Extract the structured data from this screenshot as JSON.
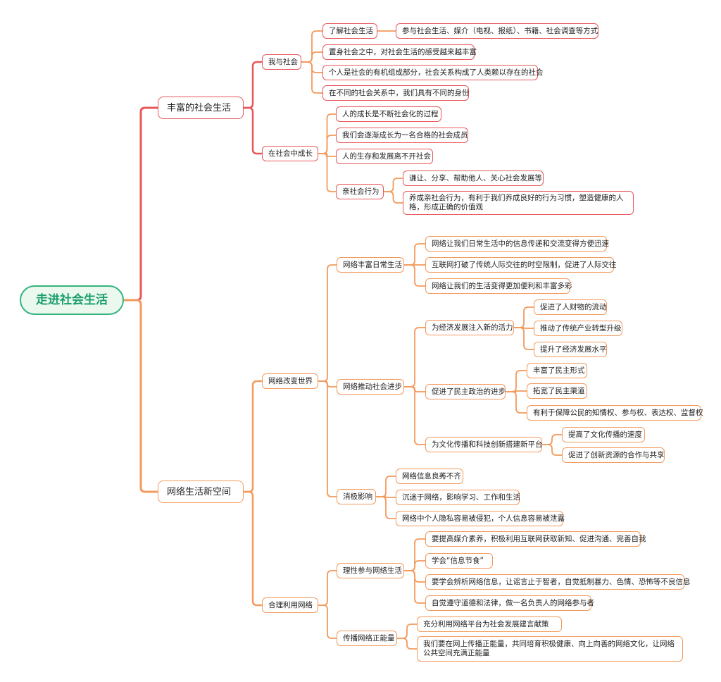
{
  "root": "走进社会生活",
  "colors": {
    "branch_1": "#e8575a",
    "branch_2": "#f39a5c",
    "root_border": "#36b37e",
    "root_text": "#1a9e6b"
  },
  "branch1": {
    "label": "丰富的社会生活",
    "me_society": {
      "label": "我与社会",
      "understand": "了解社会生活",
      "understand_detail": "参与社会生活、媒介（电视、报纸）、书籍、社会调查等方式",
      "feeling": "置身社会之中，对社会生活的感受越来越丰富",
      "organic": "个人是社会的有机组成部分，社会关系构成了人类赖以存在的社会",
      "identity": "在不同的社会关系中，我们具有不同的身份"
    },
    "grow": {
      "label": "在社会中成长",
      "socialization": "人的成长是不断社会化的过程",
      "qualified": "我们会逐渐成长为一名合格的社会成员",
      "inseparable": "人的生存和发展离不开社会",
      "prosocial": {
        "label": "亲社会行为",
        "examples": "谦让、分享、帮助他人、关心社会发展等",
        "benefit": "养成亲社会行为，有利于我们养成良好的行为习惯，塑造健康的人格，形成正确的价值观"
      }
    }
  },
  "branch2": {
    "label": "网络生活新空间",
    "change_world": {
      "label": "网络改变世界",
      "enrich": {
        "label": "网络丰富日常生活",
        "items": [
          "网络让我们日常生活中的信息传递和交流变得方便迅速",
          "互联网打破了传统人际交往的时空限制，促进了人际交往",
          "网络让我们的生活变得更加便利和丰富多彩"
        ]
      },
      "progress": {
        "label": "网络推动社会进步",
        "economy": {
          "label": "为经济发展注入新的活力",
          "items": [
            "促进了人财物的流动",
            "推动了传统产业转型升级",
            "提升了经济发展水平"
          ]
        },
        "democracy": {
          "label": "促进了民主政治的进步",
          "items": [
            "丰富了民主形式",
            "拓宽了民主渠道",
            "有利于保障公民的知情权、参与权、表达权、监督权"
          ]
        },
        "culture": {
          "label": "为文化传播和科技创新搭建新平台",
          "items": [
            "提高了文化传播的速度",
            "促进了创新资源的合作与共享"
          ]
        }
      },
      "negative": {
        "label": "消极影响",
        "items": [
          "网络信息良莠不齐",
          "沉迷于网络，影响学习、工作和生活",
          "网络中个人隐私容易被侵犯，个人信息容易被泄露"
        ]
      }
    },
    "rational_use": {
      "label": "合理利用网络",
      "rational": {
        "label": "理性参与网络生活",
        "items": [
          "要提高媒介素养，积极利用互联网获取新知、促进沟通、完善自我",
          "学会“信息节食”",
          "要学会辨析网络信息，让谣言止于智者，自觉抵制暴力、色情、恐怖等不良信息",
          "自觉遵守道德和法律，做一名负责人的网络参与者"
        ]
      },
      "positive": {
        "label": "传播网络正能量",
        "items": [
          "充分利用网络平台为社会发展建言献策",
          "我们要在网上传播正能量，共同培育积极健康、向上向善的网络文化，让网络公共空间充满正能量"
        ]
      }
    }
  }
}
